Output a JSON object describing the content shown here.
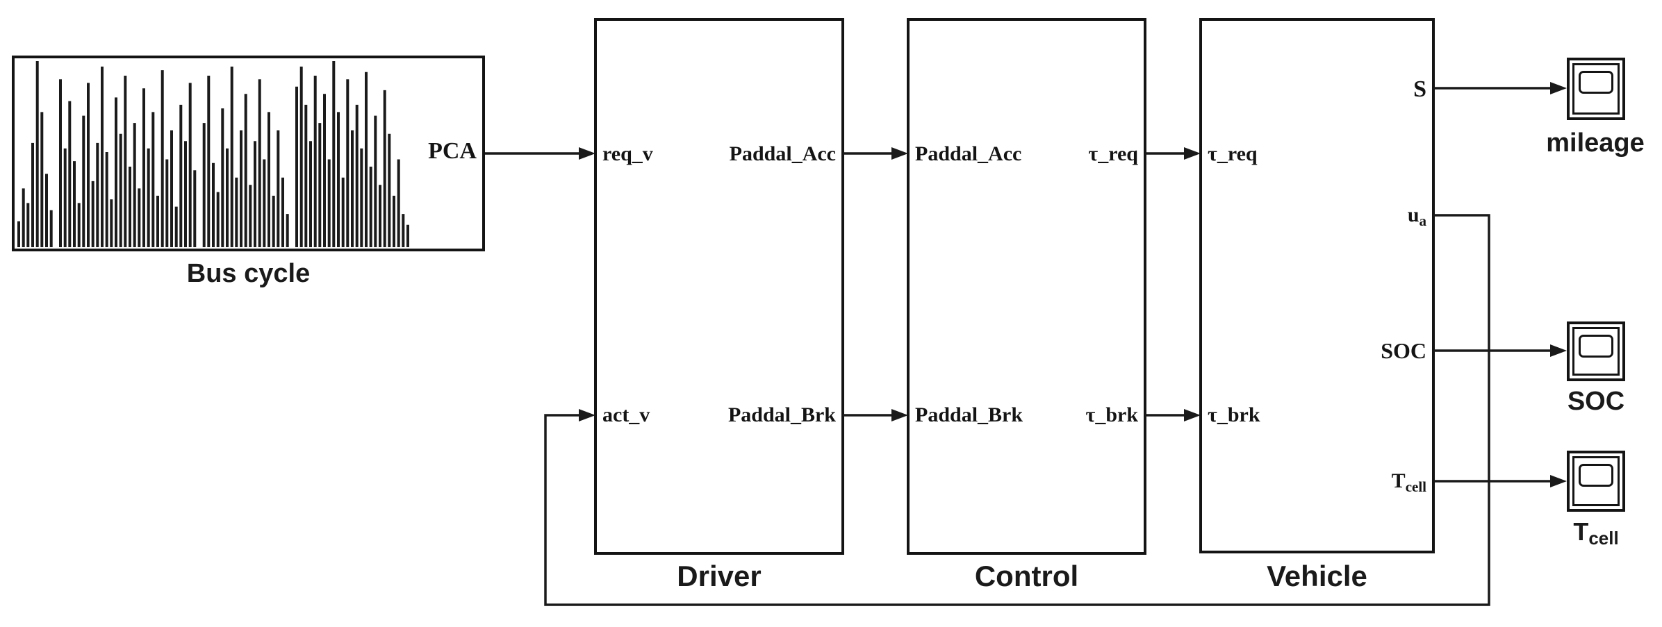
{
  "labels": {
    "bus_cycle": "Bus cycle",
    "driver": "Driver",
    "control": "Control",
    "vehicle": "Vehicle",
    "mileage": "mileage",
    "soc_scope": "SOC",
    "tcell_scope_base": "T",
    "tcell_scope_sub": "cell"
  },
  "ports": {
    "pca": "PCA",
    "req_v": "req_v",
    "act_v": "act_v",
    "paddal_acc": "Paddal_Acc",
    "paddal_brk": "Paddal_Brk",
    "tau_req": "τ_req",
    "tau_brk": "τ_brk",
    "s": "S",
    "ua_base": "u",
    "ua_sub": "a",
    "soc": "SOC",
    "tcell_base": "T",
    "tcell_sub": "cell"
  },
  "colors": {
    "line": "#1a1a1a",
    "background": "#ffffff"
  },
  "chart_data": {
    "type": "line",
    "title": "Bus cycle",
    "xlabel": "",
    "ylabel": "",
    "ylim": [
      0,
      1
    ],
    "grid": false,
    "legend": false,
    "series": [
      {
        "name": "PCA",
        "values": [
          0.12,
          0.3,
          0.22,
          0.55,
          1.0,
          0.72,
          0.38,
          0.18,
          0,
          0.9,
          0.52,
          0.78,
          0.45,
          0.22,
          0.7,
          0.88,
          0.34,
          0.55,
          0.97,
          0.5,
          0.24,
          0.8,
          0.6,
          0.92,
          0.42,
          0.66,
          0.3,
          0.85,
          0.52,
          0.72,
          0.26,
          0.95,
          0.46,
          0.62,
          0.2,
          0.76,
          0.56,
          0.88,
          0.4,
          0,
          0.66,
          0.92,
          0.44,
          0.28,
          0.74,
          0.52,
          0.97,
          0.36,
          0.62,
          0.82,
          0.32,
          0.56,
          0.9,
          0.46,
          0.72,
          0.26,
          0.62,
          0.36,
          0.16,
          0,
          0.86,
          0.97,
          0.76,
          0.56,
          0.92,
          0.66,
          0.82,
          0.46,
          1.0,
          0.72,
          0.36,
          0.9,
          0.62,
          0.76,
          0.52,
          0.94,
          0.42,
          0.7,
          0.32,
          0.84,
          0.6,
          0.26,
          0.46,
          0.16,
          0.1
        ]
      }
    ]
  }
}
